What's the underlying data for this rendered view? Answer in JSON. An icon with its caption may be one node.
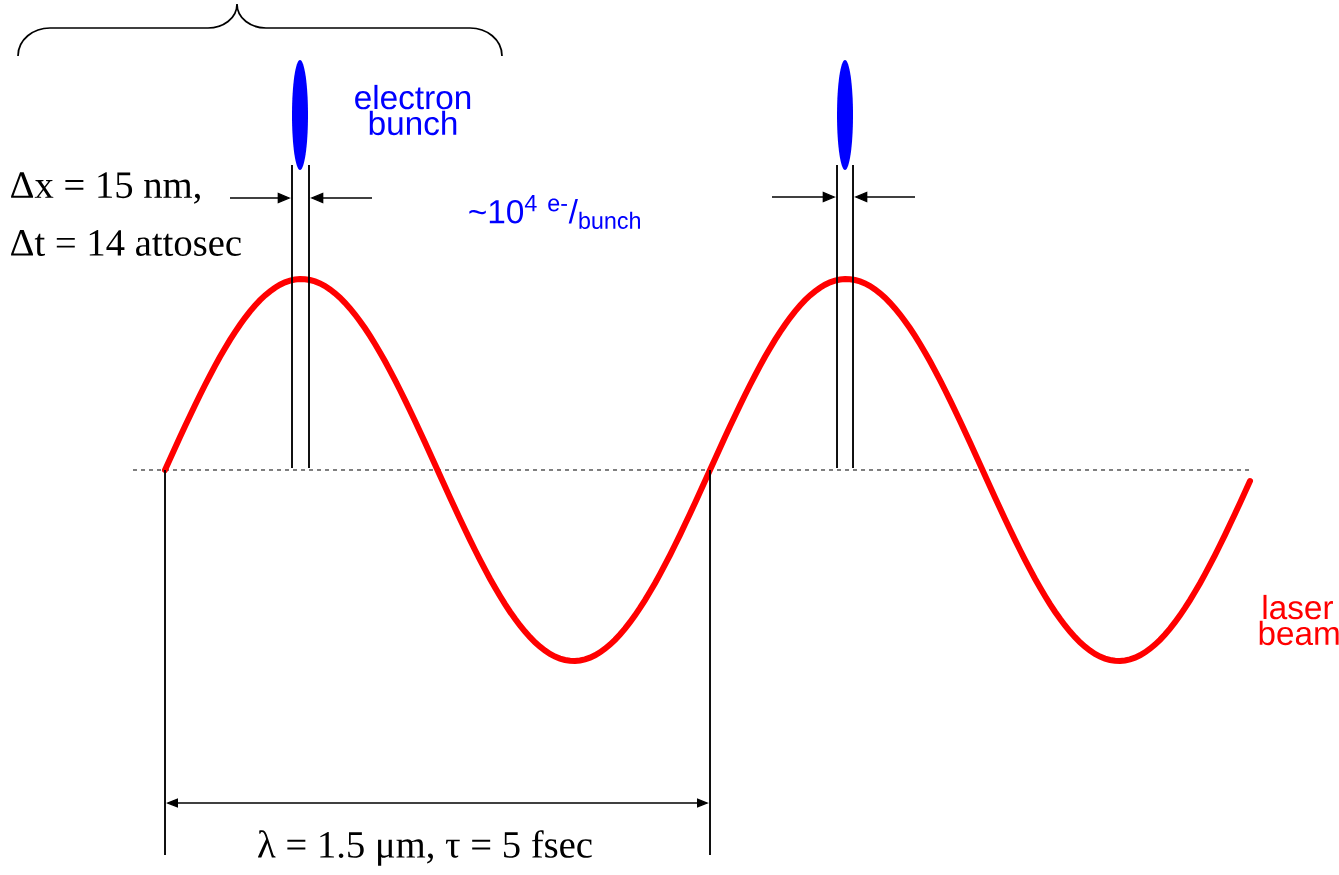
{
  "diagram": {
    "labels": [
      "electron bunch",
      "~10$^{4}$ $^{e-}$/$_{bunch}$",
      "Δx = 15 nm,",
      "Δt = 14 attosec",
      "λ = 1.5 μm, τ = 5 fsec",
      "laser beam"
    ]
  }
}
